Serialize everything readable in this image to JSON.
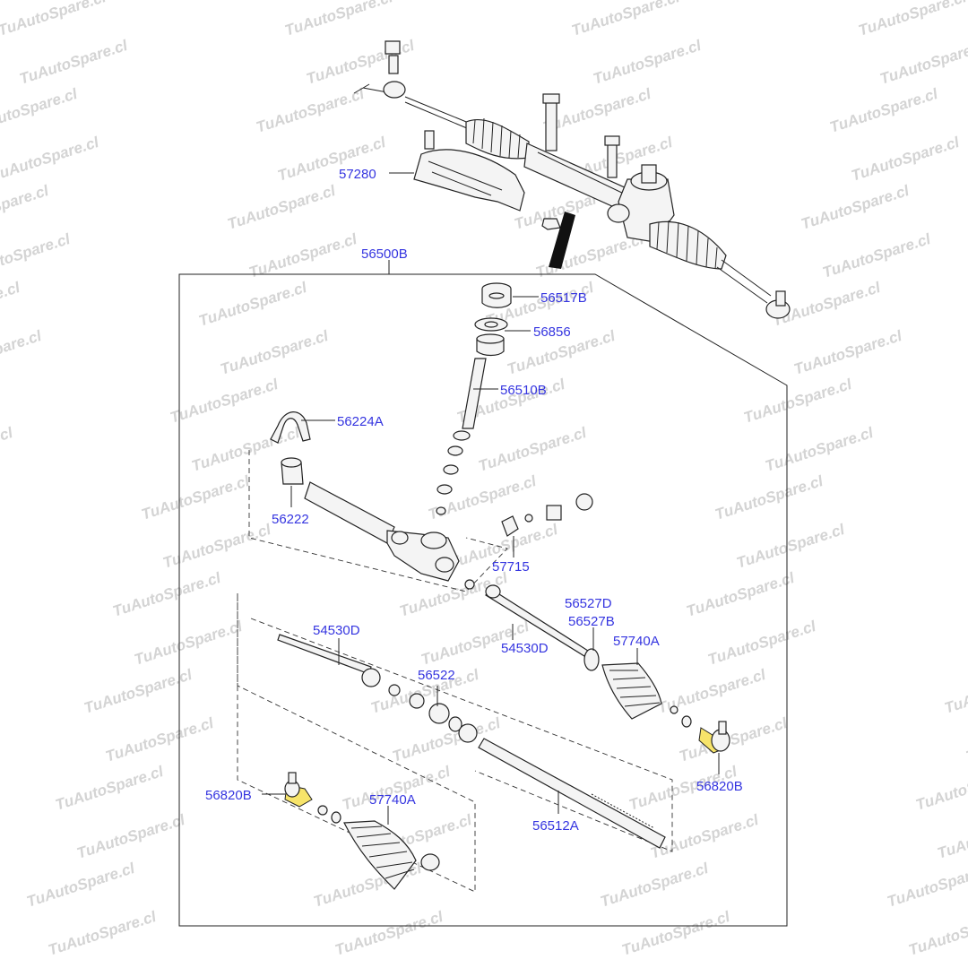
{
  "watermark": "TuAutoSpare.cl",
  "colors": {
    "label": "#3535e0",
    "highlight": "#f7e46a",
    "watermark": "#d4d4d4"
  },
  "labels": {
    "p57280": "57280",
    "p56500B": "56500B",
    "p56517B": "56517B",
    "p56856": "56856",
    "p56510B": "56510B",
    "p56224A": "56224A",
    "p56222": "56222",
    "p57715": "57715",
    "p56527D": "56527D",
    "p56527B": "56527B",
    "p54530D_top": "54530D",
    "p54530D_mid": "54530D",
    "p57740A_right": "57740A",
    "p56522": "56522",
    "p56820B_right": "56820B",
    "p56820B_left": "56820B",
    "p57740A_left": "57740A",
    "p56512A": "56512A"
  }
}
